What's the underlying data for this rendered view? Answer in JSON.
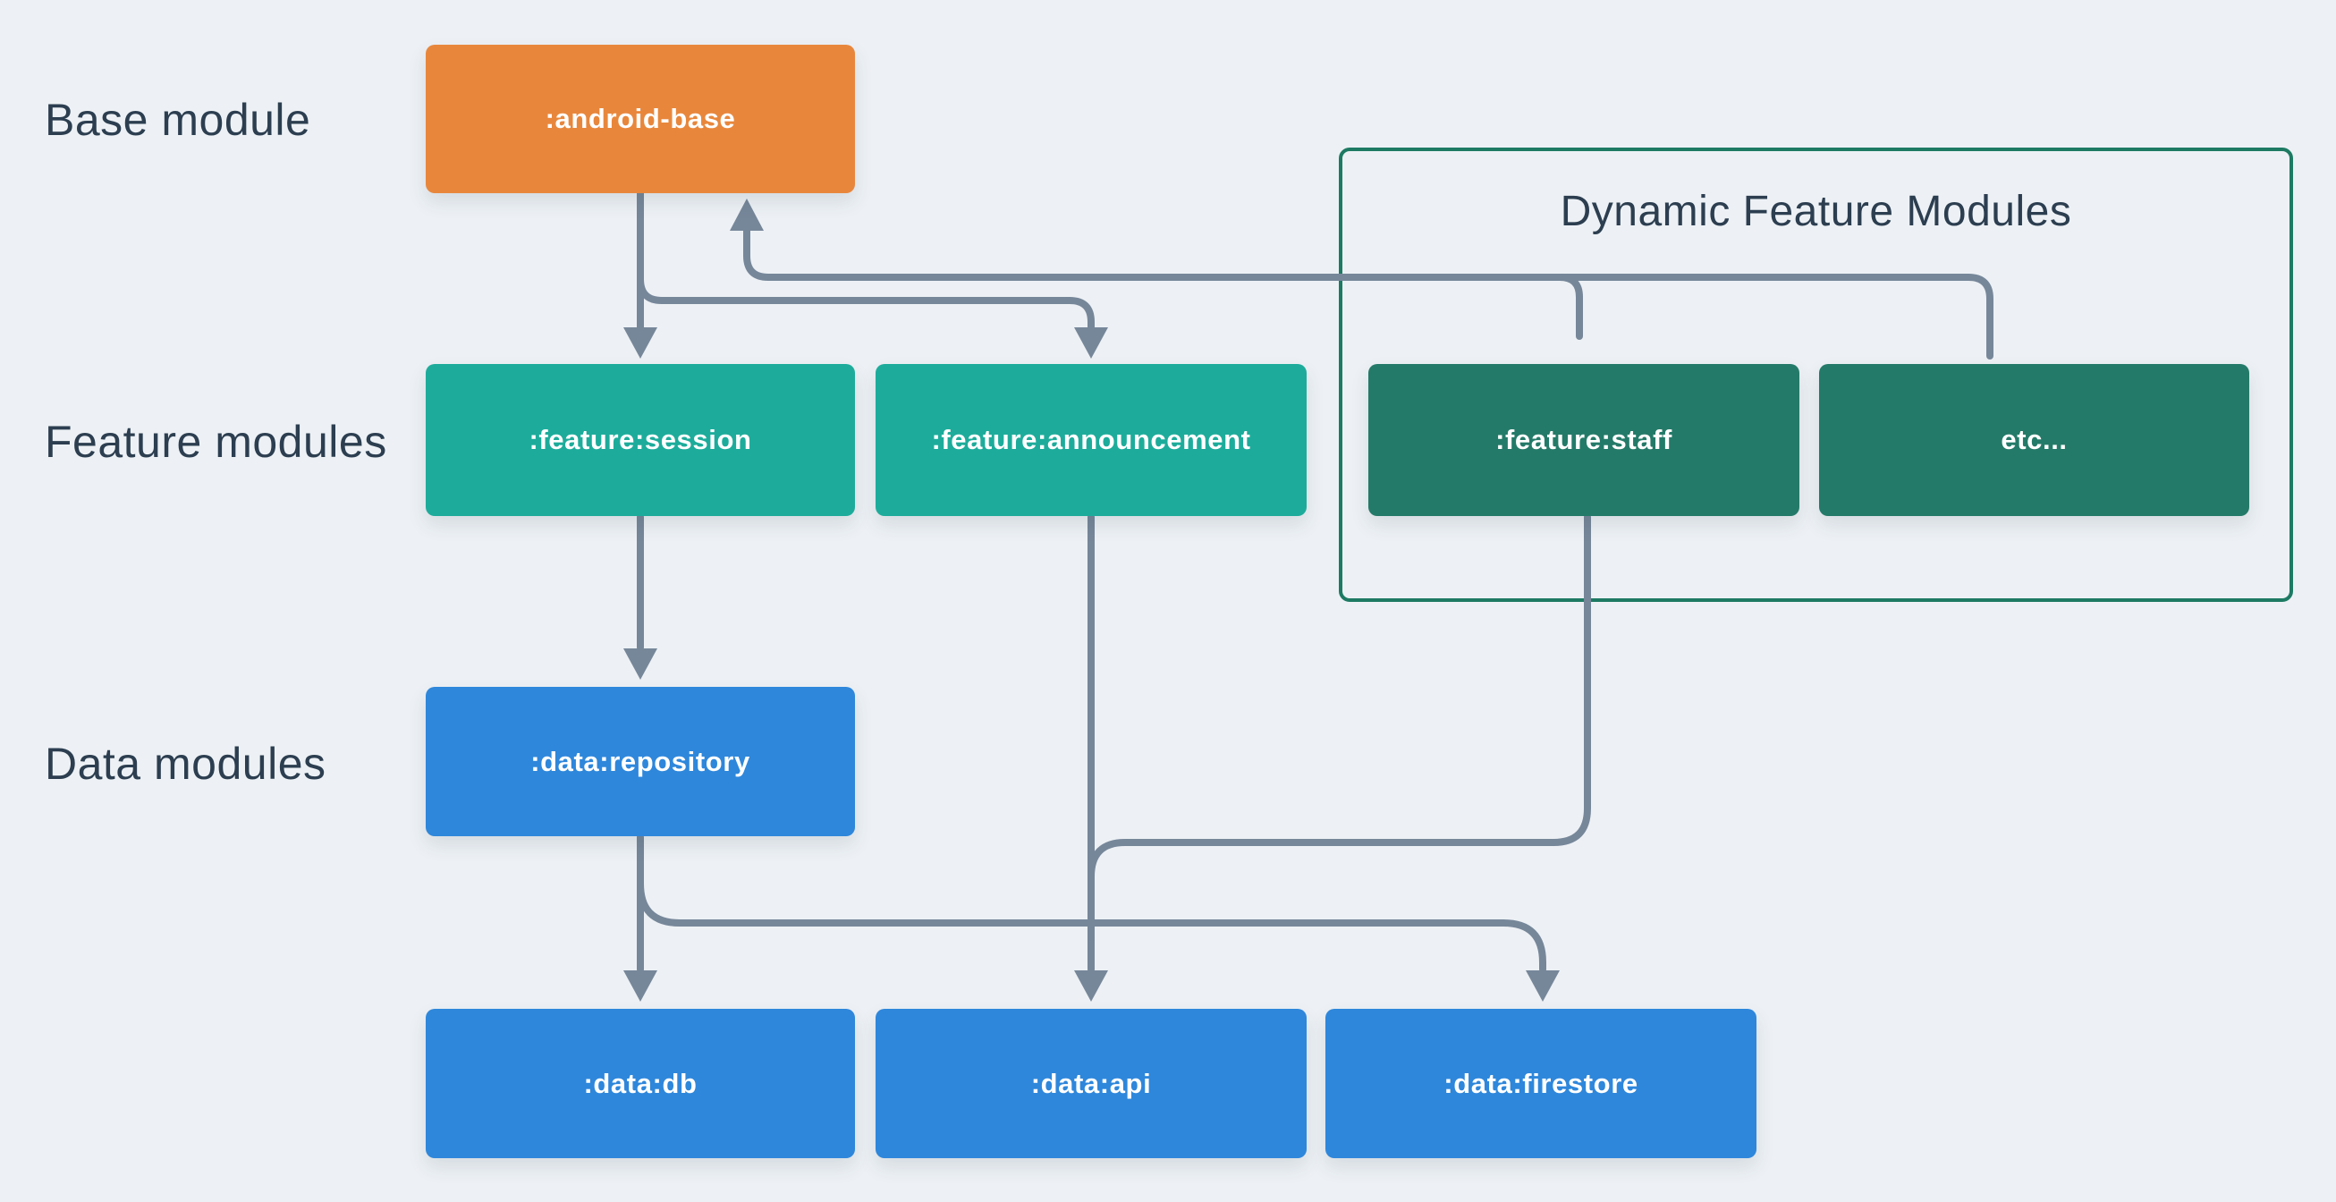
{
  "diagram": {
    "container_title": "Dynamic Feature Modules",
    "row_labels": [
      {
        "id": "base",
        "label": "Base module"
      },
      {
        "id": "feature",
        "label": "Feature modules"
      },
      {
        "id": "data",
        "label": "Data modules"
      }
    ],
    "nodes": [
      {
        "id": "android-base",
        "label": ":android-base",
        "color": "orange"
      },
      {
        "id": "feature-session",
        "label": ":feature:session",
        "color": "teal"
      },
      {
        "id": "feature-announcement",
        "label": ":feature:announcement",
        "color": "teal"
      },
      {
        "id": "feature-staff",
        "label": ":feature:staff",
        "color": "green"
      },
      {
        "id": "etc",
        "label": "etc...",
        "color": "green"
      },
      {
        "id": "data-repository",
        "label": ":data:repository",
        "color": "blue"
      },
      {
        "id": "data-db",
        "label": ":data:db",
        "color": "blue"
      },
      {
        "id": "data-api",
        "label": ":data:api",
        "color": "blue"
      },
      {
        "id": "data-firestore",
        "label": ":data:firestore",
        "color": "blue"
      }
    ],
    "edges": [
      {
        "from": ":android-base",
        "to": ":feature:session"
      },
      {
        "from": ":android-base",
        "to": ":feature:announcement"
      },
      {
        "from": ":feature:staff",
        "to": ":android-base"
      },
      {
        "from": "etc...",
        "to": ":android-base"
      },
      {
        "from": ":feature:session",
        "to": ":data:repository"
      },
      {
        "from": ":feature:announcement",
        "to": ":data:api"
      },
      {
        "from": ":feature:staff",
        "to": ":data:api"
      },
      {
        "from": ":data:repository",
        "to": ":data:db"
      },
      {
        "from": ":data:repository",
        "to": ":data:firestore"
      }
    ],
    "palette": {
      "background": "#EDF1F5",
      "orange": "#E8873C",
      "teal": "#1DAC9B",
      "green": "#247A68",
      "blue": "#2E87DB",
      "connector": "#77879A",
      "container_border": "#1D7A63",
      "label_text": "#2C3E50",
      "node_text": "#FFFFFF"
    }
  }
}
